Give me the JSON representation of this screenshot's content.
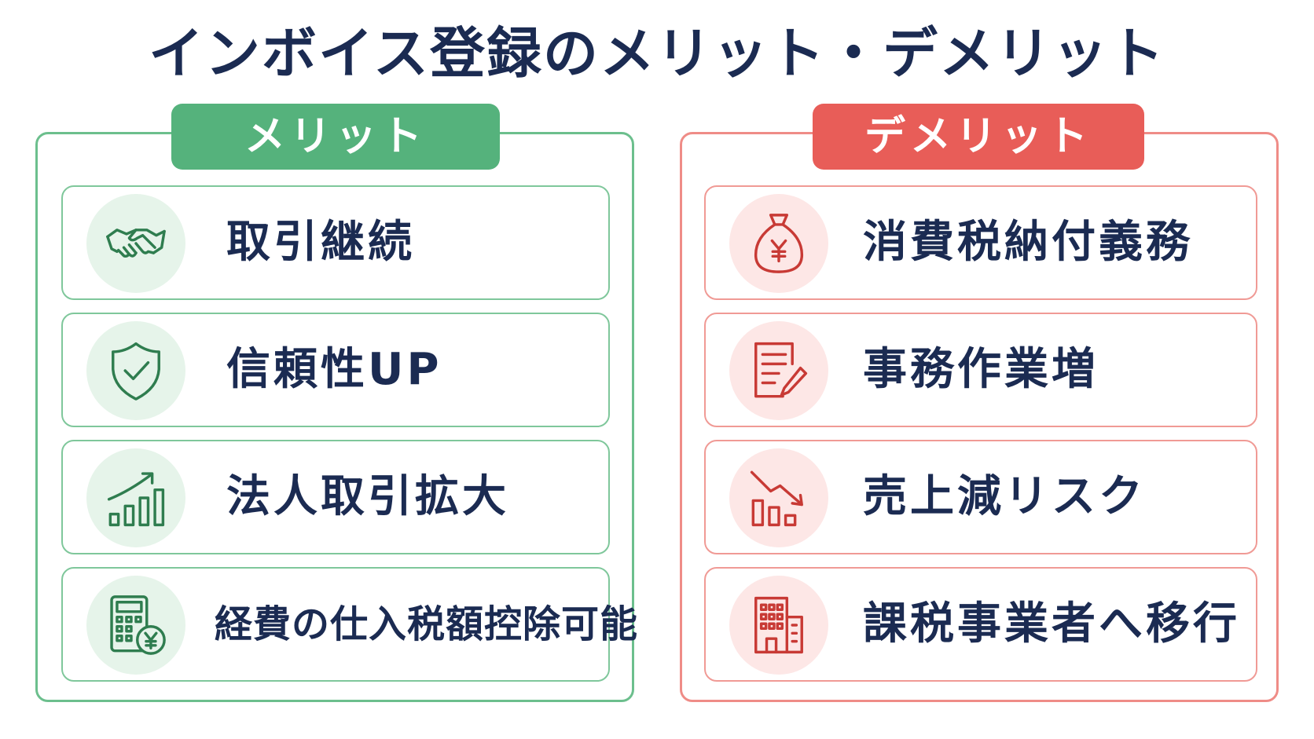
{
  "title": "インボイス登録のメリット・デメリット",
  "merit": {
    "badge": "メリット",
    "accent_color": "#55b27c",
    "items": [
      {
        "label": "取引継続",
        "icon": "handshake-icon"
      },
      {
        "label": "信頼性UP",
        "icon": "shield-check-icon"
      },
      {
        "label": "法人取引拡大",
        "icon": "growth-chart-icon"
      },
      {
        "label": "経費の仕入税額控除可能",
        "icon": "calculator-yen-icon"
      }
    ]
  },
  "demerit": {
    "badge": "デメリット",
    "accent_color": "#e85d58",
    "items": [
      {
        "label": "消費税納付義務",
        "icon": "money-bag-yen-icon"
      },
      {
        "label": "事務作業増",
        "icon": "document-pen-icon"
      },
      {
        "label": "売上減リスク",
        "icon": "declining-chart-icon"
      },
      {
        "label": "課税事業者へ移行",
        "icon": "office-building-icon"
      }
    ]
  }
}
